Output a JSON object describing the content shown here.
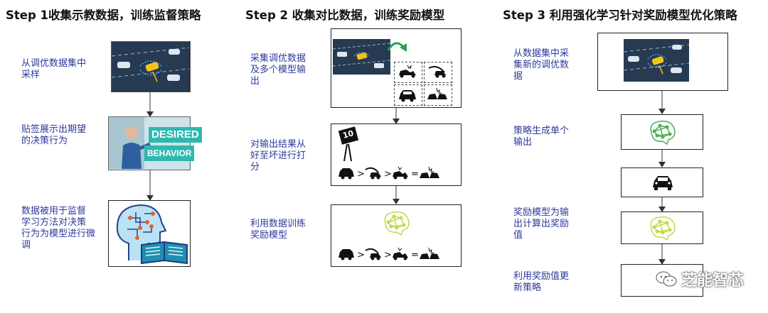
{
  "steps": [
    {
      "title": "Step 1收集示教数据，训练监督策略",
      "labels": [
        "从调优数据集中\n采样",
        "贴签展示出期望\n的决策行为",
        "数据被用于监督\n学习方法对决策\n行为为模型进行微\n调"
      ],
      "image_text": [
        "DESIRED",
        "BEHAVIOR"
      ]
    },
    {
      "title": "Step 2 收集对比数据，训练奖励模型",
      "labels": [
        "采集调优数据\n及多个模型输\n出",
        "对输出结果从\n好至坏进行打\n分",
        "利用数据训练\n奖励模型"
      ],
      "score_sign": "10"
    },
    {
      "title": "Step 3 利用强化学习针对奖励模型优化策略",
      "labels": [
        "从数据集中采\n集新的调优数\n据",
        "策略生成单个\n输出",
        "奖励模型为输\n出计算出奖励\n值",
        "利用奖励值更\n新策略"
      ]
    }
  ],
  "watermark": "芝能智芯",
  "colors": {
    "label": "#2d3a9c",
    "brain_green": "#4caf50",
    "brain_lime": "#c5d94a",
    "teal": "#2fb8b0"
  }
}
